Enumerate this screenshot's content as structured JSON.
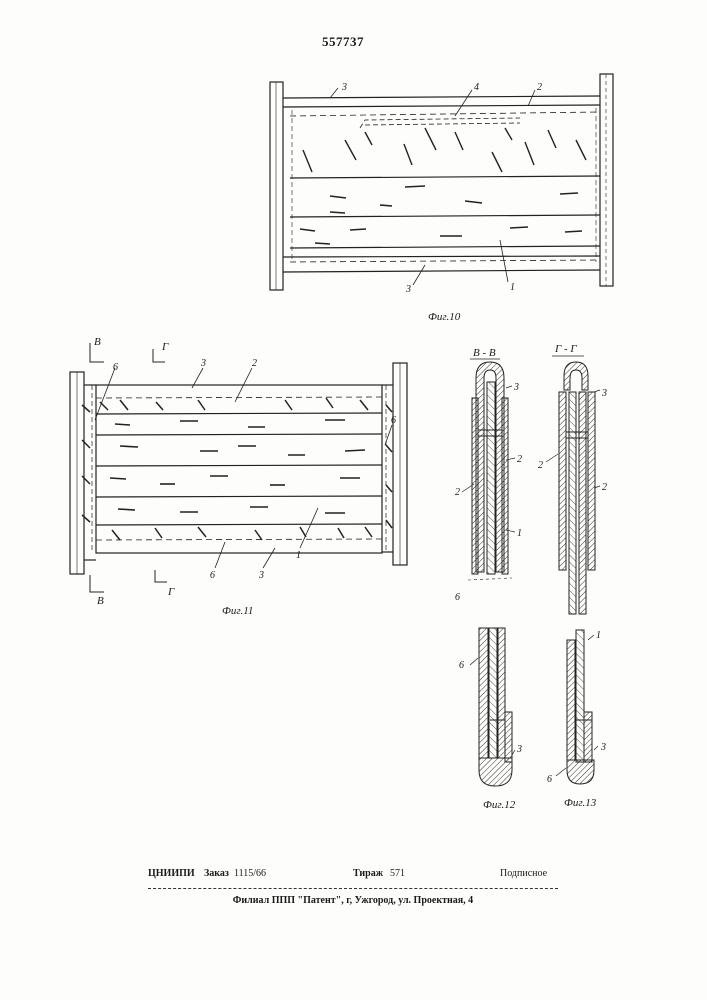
{
  "patent_number": "557737",
  "figures": {
    "fig10": {
      "caption": "Фиг.10",
      "labels": [
        "3",
        "4",
        "2",
        "3",
        "1"
      ]
    },
    "fig11": {
      "caption": "Фиг.11",
      "labels": [
        "3",
        "2",
        "6",
        "6",
        "6",
        "3",
        "1"
      ],
      "section_marks": [
        "В",
        "Г",
        "В",
        "Г"
      ]
    },
    "fig12": {
      "caption": "Фиг.12",
      "section_title": "В - В",
      "labels": [
        "3",
        "2",
        "2",
        "1",
        "6",
        "6",
        "3"
      ]
    },
    "fig13": {
      "caption": "Фиг.13",
      "section_title": "Г - Г",
      "labels": [
        "3",
        "2",
        "2",
        "1",
        "3",
        "6"
      ]
    }
  },
  "footer": {
    "org": "ЦНИИПИ",
    "order_label": "Заказ",
    "order_value": "1115/66",
    "circulation_label": "Тираж",
    "circulation_value": "571",
    "subscription": "Подписное",
    "branch": "Филиал ППП \"Патент\", г, Ужгород, ул. Проектная, 4"
  }
}
